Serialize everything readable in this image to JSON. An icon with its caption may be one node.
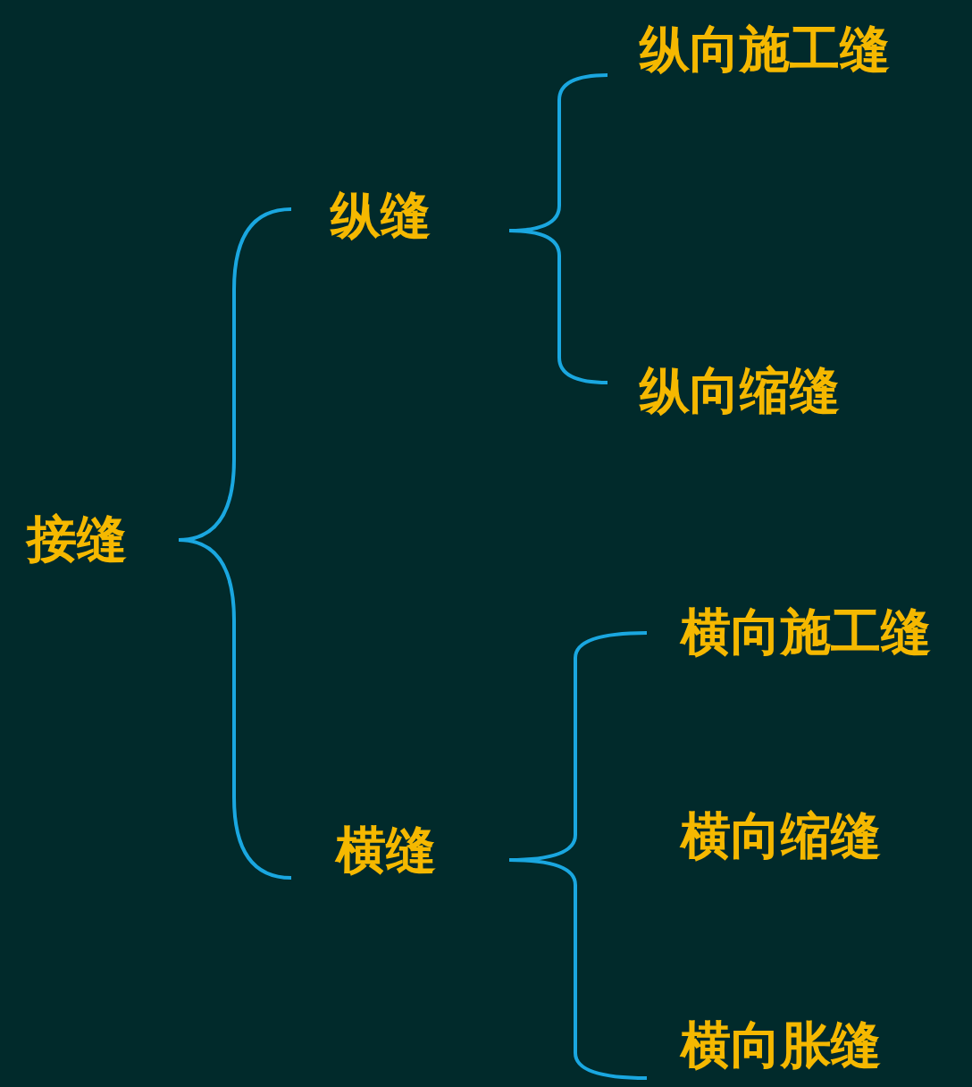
{
  "diagram": {
    "nodes": [
      {
        "text": [
          "接缝"
        ]
      },
      {
        "text": [
          "纵缝"
        ]
      },
      {
        "text": [
          "横缝"
        ]
      },
      {
        "text": [
          "纵向施工缝"
        ]
      },
      {
        "text": [
          "纵向缩缝"
        ]
      },
      {
        "text": [
          "横向施工缝"
        ]
      },
      {
        "text": [
          "横向缩缝"
        ]
      },
      {
        "text": [
          "横向胀缝"
        ]
      }
    ],
    "edges": [
      {
        "from": 0,
        "to": 1,
        "arrow": "none"
      },
      {
        "from": 0,
        "to": 2,
        "arrow": "none"
      },
      {
        "from": 1,
        "to": 3,
        "arrow": "none"
      },
      {
        "from": 1,
        "to": 4,
        "arrow": "none"
      },
      {
        "from": 2,
        "to": 5,
        "arrow": "none"
      },
      {
        "from": 2,
        "to": 7,
        "arrow": "none"
      }
    ]
  }
}
